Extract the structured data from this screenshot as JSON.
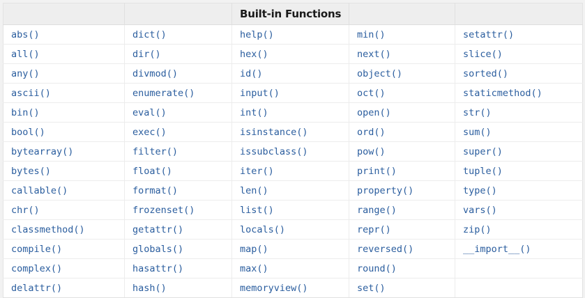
{
  "table": {
    "title": "Built-in Functions",
    "title_column_index": 2,
    "column_headers": [
      "",
      "",
      "Built-in Functions",
      "",
      ""
    ],
    "columns": [
      [
        "abs()",
        "all()",
        "any()",
        "ascii()",
        "bin()",
        "bool()",
        "bytearray()",
        "bytes()",
        "callable()",
        "chr()",
        "classmethod()",
        "compile()",
        "complex()",
        "delattr()"
      ],
      [
        "dict()",
        "dir()",
        "divmod()",
        "enumerate()",
        "eval()",
        "exec()",
        "filter()",
        "float()",
        "format()",
        "frozenset()",
        "getattr()",
        "globals()",
        "hasattr()",
        "hash()"
      ],
      [
        "help()",
        "hex()",
        "id()",
        "input()",
        "int()",
        "isinstance()",
        "issubclass()",
        "iter()",
        "len()",
        "list()",
        "locals()",
        "map()",
        "max()",
        "memoryview()"
      ],
      [
        "min()",
        "next()",
        "object()",
        "oct()",
        "open()",
        "ord()",
        "pow()",
        "print()",
        "property()",
        "range()",
        "repr()",
        "reversed()",
        "round()",
        "set()"
      ],
      [
        "setattr()",
        "slice()",
        "sorted()",
        "staticmethod()",
        "str()",
        "sum()",
        "super()",
        "tuple()",
        "type()",
        "vars()",
        "zip()",
        "__import__()",
        "",
        ""
      ]
    ],
    "rows": [
      [
        "abs()",
        "dict()",
        "help()",
        "min()",
        "setattr()"
      ],
      [
        "all()",
        "dir()",
        "hex()",
        "next()",
        "slice()"
      ],
      [
        "any()",
        "divmod()",
        "id()",
        "object()",
        "sorted()"
      ],
      [
        "ascii()",
        "enumerate()",
        "input()",
        "oct()",
        "staticmethod()"
      ],
      [
        "bin()",
        "eval()",
        "int()",
        "open()",
        "str()"
      ],
      [
        "bool()",
        "exec()",
        "isinstance()",
        "ord()",
        "sum()"
      ],
      [
        "bytearray()",
        "filter()",
        "issubclass()",
        "pow()",
        "super()"
      ],
      [
        "bytes()",
        "float()",
        "iter()",
        "print()",
        "tuple()"
      ],
      [
        "callable()",
        "format()",
        "len()",
        "property()",
        "type()"
      ],
      [
        "chr()",
        "frozenset()",
        "list()",
        "range()",
        "vars()"
      ],
      [
        "classmethod()",
        "getattr()",
        "locals()",
        "repr()",
        "zip()"
      ],
      [
        "compile()",
        "globals()",
        "map()",
        "reversed()",
        "__import__()"
      ],
      [
        "complex()",
        "hasattr()",
        "max()",
        "round()",
        ""
      ],
      [
        "delattr()",
        "hash()",
        "memoryview()",
        "set()",
        ""
      ]
    ],
    "row_count": 14,
    "column_count": 5,
    "total_function_count": 68
  },
  "colors": {
    "page_background": "#f2f2f2",
    "table_background": "#ffffff",
    "header_background": "#eeeeee",
    "function_text": "#2a5d9e",
    "title_text": "#1a1a1a",
    "cell_border": "#ececec",
    "outer_border": "#e3e3e3"
  }
}
